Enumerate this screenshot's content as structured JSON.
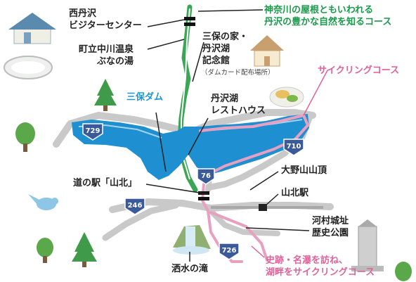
{
  "labels": {
    "visitor_center": [
      "西丹沢",
      "ビジターセンター"
    ],
    "onsen": [
      "町立中川温泉",
      "ぶなの湯"
    ],
    "green_course": [
      "神奈川の屋根ともいわれる",
      "丹沢の豊かな自然を知るコース"
    ],
    "miho_house": [
      "三保の家・",
      "丹沢湖",
      "記念館"
    ],
    "dam_card": "（ダムカード配布場所）",
    "cycling_course": "サイクリングコース",
    "miho_dam": "三保ダム",
    "rest_house": [
      "丹沢湖",
      "レストハウス"
    ],
    "mount_ono": "大野山山頂",
    "michinoeki": "道の駅「山北」",
    "yamakita_station": "山北駅",
    "kawamura_castle": [
      "河村城址",
      "歴史公園"
    ],
    "historic_course": [
      "史跡・名瀑を訪ね、",
      "湖畔をサイクリングコース"
    ],
    "shasui_falls": "洒水の滝"
  },
  "routes": [
    "729",
    "710",
    "76",
    "246",
    "726"
  ],
  "colors": {
    "lake": "#1e8fd0",
    "green_route": "#3aa655",
    "pink_route": "#e8a0c0",
    "road_gray": "#c8c8c8",
    "shield": "#3a5a9a",
    "green_text": "#1a9a4a",
    "pink_text": "#e0629a",
    "blue_text": "#1e96d2"
  }
}
